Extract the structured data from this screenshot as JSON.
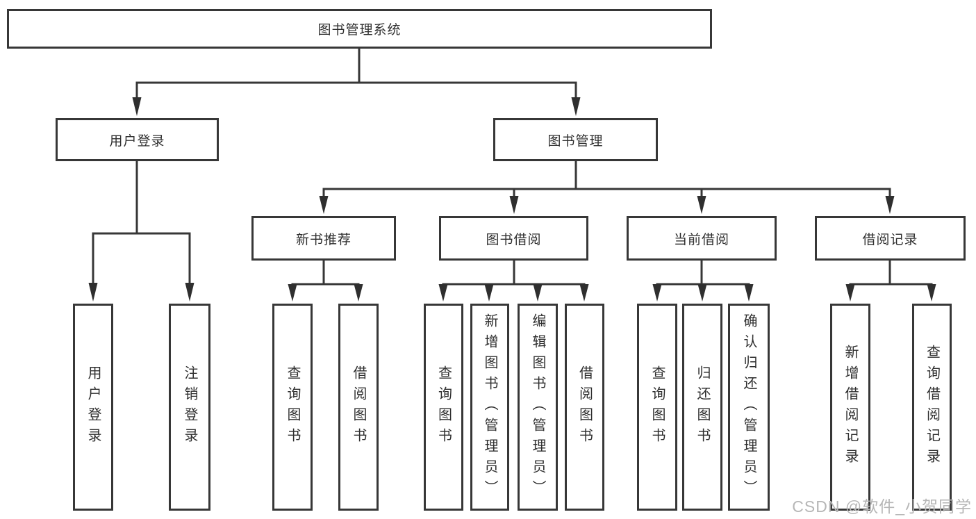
{
  "diagram": {
    "title_node": "图书管理系统",
    "level2": {
      "user_login": "用户登录",
      "book_management": "图书管理"
    },
    "level3": {
      "new_book_recommend": "新书推荐",
      "book_borrow": "图书借阅",
      "current_borrow": "当前借阅",
      "borrow_records": "借阅记录"
    },
    "leaves": {
      "user_login": [
        "用户登录",
        "注销登录"
      ],
      "new_book_recommend": [
        "查询图书",
        "借阅图书"
      ],
      "book_borrow": [
        "查询图书",
        "新增图书（管理员）",
        "编辑图书（管理员）",
        "借阅图书"
      ],
      "current_borrow": [
        "查询图书",
        "归还图书",
        "确认归还（管理员）"
      ],
      "borrow_records": [
        "新增借阅记录",
        "查询借阅记录"
      ]
    },
    "colors": {
      "line": "#373737",
      "text": "#2f2f2f",
      "watermark": "#b6b6b6"
    },
    "watermark": "CSDN @软件_小贺同学"
  }
}
